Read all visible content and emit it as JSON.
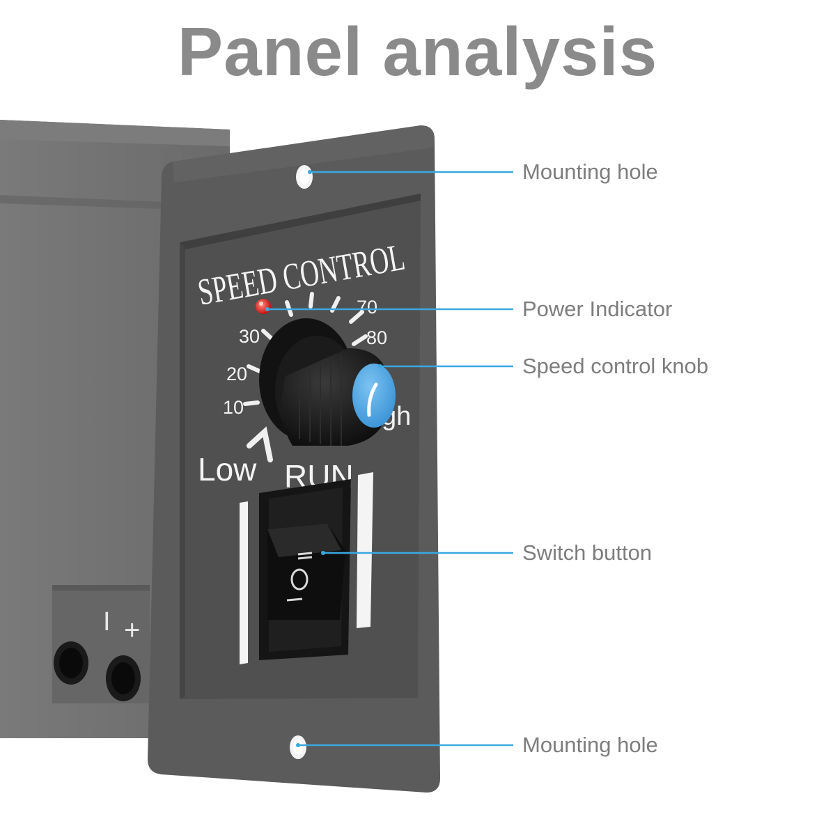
{
  "title": "Panel analysis",
  "panel": {
    "heading": "SPEED CONTROL",
    "run_label": "RUN",
    "low_label": "Low",
    "high_label_partial": "gh",
    "dial_marks": [
      "10",
      "20",
      "30",
      "70",
      "80"
    ],
    "terminal_marks": [
      "I",
      "+"
    ]
  },
  "callouts": [
    {
      "id": "mounting-hole-top",
      "label": "Mounting hole"
    },
    {
      "id": "power-indicator",
      "label": "Power Indicator"
    },
    {
      "id": "speed-control-knob",
      "label": "Speed control knob"
    },
    {
      "id": "switch-button",
      "label": "Switch button"
    },
    {
      "id": "mounting-hole-bottom",
      "label": "Mounting hole"
    }
  ],
  "colors": {
    "title": "#8a8a8a",
    "callout_text": "#7d7d7d",
    "callout_line": "#3aa8e0",
    "panel": "#5e5e5e",
    "body": "#6c6c6c",
    "knob_cap": "#4fa8e6",
    "led": "#e02020"
  }
}
